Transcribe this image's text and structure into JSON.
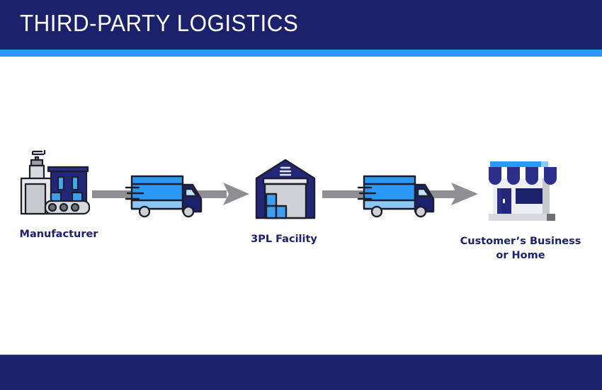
{
  "header": {
    "title": "THIRD-PARTY LOGISTICS"
  },
  "colors": {
    "navy": "#1b216b",
    "accent_blue": "#2a98f5",
    "arrow_gray": "#8e8e93"
  },
  "flow": {
    "nodes": [
      {
        "id": "manufacturer",
        "label": "Manufacturer",
        "icon": "factory-icon"
      },
      {
        "id": "facility",
        "label": "3PL Facility",
        "icon": "warehouse-icon"
      },
      {
        "id": "customer",
        "label_line1": "Customer’s Business",
        "label_line2": "or Home",
        "icon": "storefront-icon"
      }
    ],
    "connectors": [
      {
        "from": "manufacturer",
        "to": "facility",
        "icon": "delivery-truck-icon"
      },
      {
        "from": "facility",
        "to": "customer",
        "icon": "delivery-truck-icon"
      }
    ]
  }
}
